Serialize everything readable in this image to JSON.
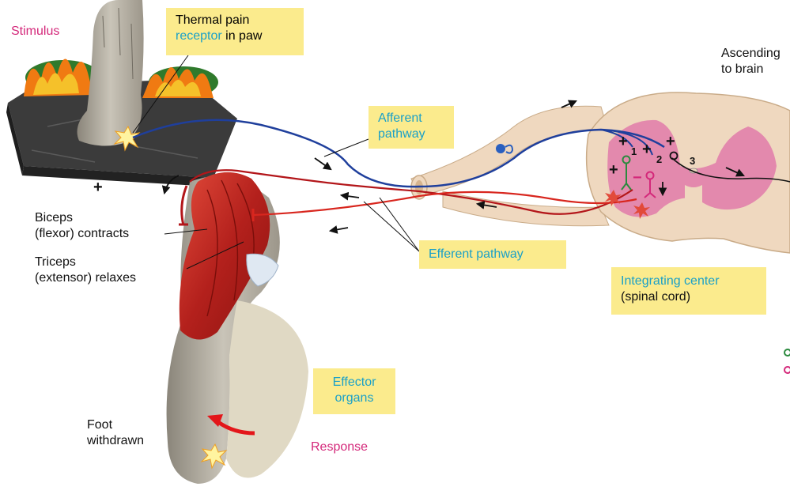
{
  "labels": {
    "stimulus": "Stimulus",
    "receptor_line1": "Thermal pain",
    "receptor_line2a": "receptor",
    "receptor_line2b": " in paw",
    "afferent_line1": "Afferent",
    "afferent_line2": "pathway",
    "efferent": "Efferent pathway",
    "integrating_line1": "Integrating center",
    "integrating_line2": "(spinal cord)",
    "effector_line1": "Effector",
    "effector_line2": "organs",
    "response": "Response",
    "ascending_line1": "Ascending",
    "ascending_line2": "to brain",
    "biceps_line1": "Biceps",
    "biceps_line2": "(flexor) contracts",
    "triceps_line1": "Triceps",
    "triceps_line2": "(extensor) relaxes",
    "foot_line1": "Foot",
    "foot_line2": "withdrawn",
    "sign_plus": "+",
    "sign_minus": "−",
    "neuron_1": "1",
    "neuron_2": "2",
    "neuron_3": "3"
  },
  "colors": {
    "afferent": "#1f3f9c",
    "efferent": "#b3161a",
    "label_box": "#fbeb8d",
    "cyan_text": "#1aa0c8",
    "magenta_text": "#d4287a",
    "gray_matter": "#e389ad",
    "white_matter": "#efd8bf"
  },
  "icons": [
    "fire-icon",
    "arrow-icon",
    "starburst-icon",
    "neuron-icon"
  ]
}
